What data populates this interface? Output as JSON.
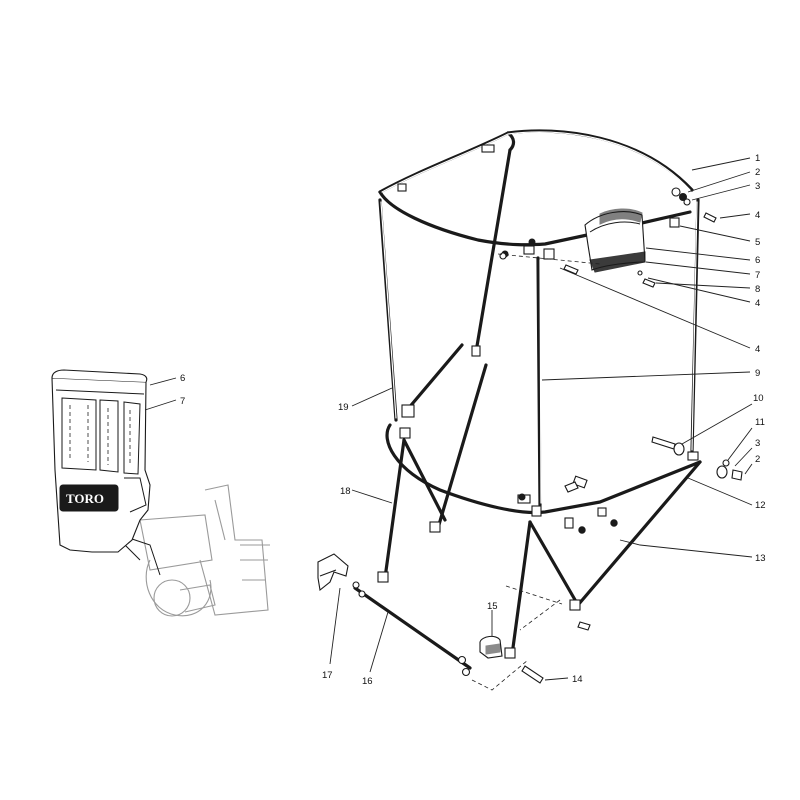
{
  "diagram": {
    "inset_logo_text": "TORO",
    "callouts": [
      {
        "id": "c1",
        "label": "1"
      },
      {
        "id": "c2",
        "label": "2"
      },
      {
        "id": "c3",
        "label": "3"
      },
      {
        "id": "c4a",
        "label": "4"
      },
      {
        "id": "c5",
        "label": "5"
      },
      {
        "id": "c6",
        "label": "6"
      },
      {
        "id": "c7",
        "label": "7"
      },
      {
        "id": "c8",
        "label": "8"
      },
      {
        "id": "c4b",
        "label": "4"
      },
      {
        "id": "c4c",
        "label": "4"
      },
      {
        "id": "c9",
        "label": "9"
      },
      {
        "id": "c10",
        "label": "10"
      },
      {
        "id": "c11",
        "label": "11"
      },
      {
        "id": "c3b",
        "label": "3"
      },
      {
        "id": "c2b",
        "label": "2"
      },
      {
        "id": "c12",
        "label": "12"
      },
      {
        "id": "c13",
        "label": "13"
      },
      {
        "id": "c14",
        "label": "14"
      },
      {
        "id": "c15",
        "label": "15"
      },
      {
        "id": "c16",
        "label": "16"
      },
      {
        "id": "c17",
        "label": "17"
      },
      {
        "id": "c18",
        "label": "18"
      },
      {
        "id": "c19",
        "label": "19"
      },
      {
        "id": "c6i",
        "label": "6"
      },
      {
        "id": "c7i",
        "label": "7"
      }
    ]
  }
}
